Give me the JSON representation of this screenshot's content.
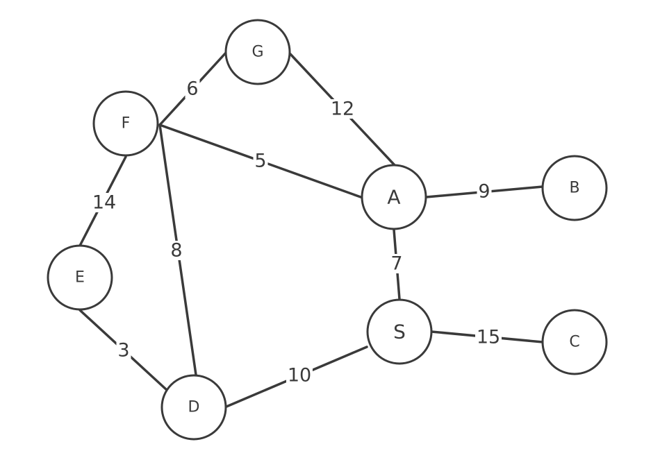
{
  "graph": {
    "nodes": [
      {
        "id": "G",
        "label": "G"
      },
      {
        "id": "F",
        "label": "F"
      },
      {
        "id": "A",
        "label": "A"
      },
      {
        "id": "B",
        "label": "B"
      },
      {
        "id": "E",
        "label": "E"
      },
      {
        "id": "S",
        "label": "S"
      },
      {
        "id": "C",
        "label": "C"
      },
      {
        "id": "D",
        "label": "D"
      }
    ],
    "edges": [
      {
        "from": "F",
        "to": "G",
        "weight": "6"
      },
      {
        "from": "G",
        "to": "A",
        "weight": "12"
      },
      {
        "from": "F",
        "to": "A",
        "weight": "5"
      },
      {
        "from": "A",
        "to": "B",
        "weight": "9"
      },
      {
        "from": "F",
        "to": "E",
        "weight": "14"
      },
      {
        "from": "F",
        "to": "D",
        "weight": "8"
      },
      {
        "from": "A",
        "to": "S",
        "weight": "7"
      },
      {
        "from": "E",
        "to": "D",
        "weight": "3"
      },
      {
        "from": "D",
        "to": "S",
        "weight": "10"
      },
      {
        "from": "S",
        "to": "C",
        "weight": "15"
      }
    ],
    "colors": {
      "stroke": "#3a3a3a",
      "background": "#ffffff"
    }
  }
}
